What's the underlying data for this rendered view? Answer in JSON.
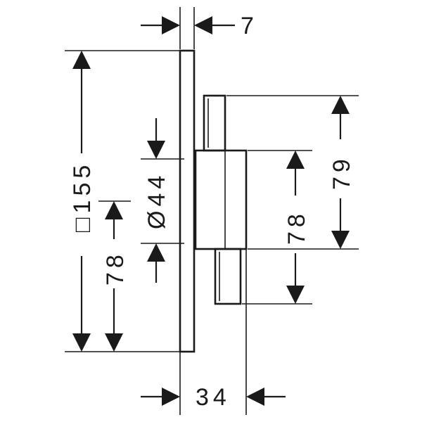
{
  "dimensions": {
    "plate_thickness": "7",
    "plate_square": "□155",
    "plate_center_height": "78",
    "spindle_diameter": "Ø44",
    "body_height": "79",
    "body_center": "78",
    "body_depth": "34"
  }
}
